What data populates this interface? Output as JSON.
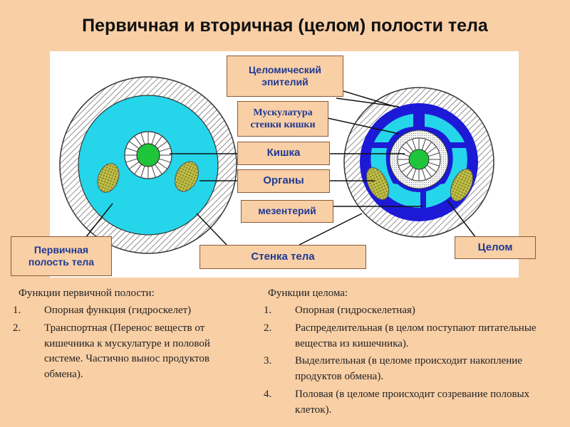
{
  "title": "Первичная и вторичная (целом) полости тела",
  "labels": {
    "epithelium": "Целомический эпителий",
    "muscle": "Мускулатура стенки кишки",
    "gut": "Кишка",
    "organs": "Органы",
    "mesentery": "мезентерий",
    "primary": "Первичная полость тела",
    "wall": "Стенка тела",
    "coelom": "Целом"
  },
  "left": {
    "heading": "Функции первичной полости:",
    "items": [
      {
        "num": "1.",
        "text": "Опорная функция (гидроскелет)"
      },
      {
        "num": "2.",
        "text": "Транспортная (Перенос веществ от кишечника к мускулатуре и половой системе. Частично вынос продуктов обмена)."
      }
    ]
  },
  "right": {
    "heading": "Функции целома:",
    "items": [
      {
        "num": "1.",
        "text": "Опорная (гидроскелетная)"
      },
      {
        "num": "2.",
        "text": "Распределительная (в целом поступают питательные вещества из кишечника)."
      },
      {
        "num": "3.",
        "text": "Выделительная (в целоме происходит накопление продуктов обмена)."
      },
      {
        "num": "4.",
        "text": "Половая (в целоме происходит созревание половых клеток)."
      }
    ]
  },
  "colors": {
    "cavity": "#25d6ea",
    "coelom_lining": "#1c1ad6",
    "gut": "#1ec53a",
    "organ": "#b8b640",
    "label_text": "#1f3a93",
    "label_bg": "#f9cfa6"
  }
}
